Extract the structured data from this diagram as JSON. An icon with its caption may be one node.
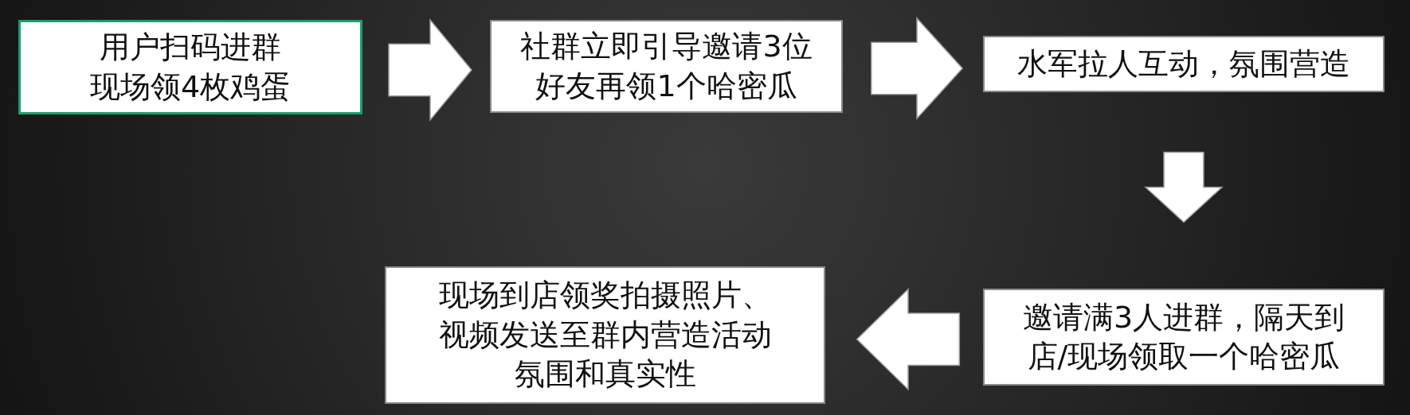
{
  "diagram": {
    "nodes": [
      {
        "text": [
          "用户扫码进群现场领4枚鸡蛋"
        ]
      },
      {
        "text": [
          "社群立即引导邀请3位好友再领1个哈密瓜"
        ]
      },
      {
        "text": [
          "水军拉人互动，氛围营造"
        ]
      },
      {
        "text": [
          "邀请满3人进群，隔天到店/现场领取一个哈密瓜"
        ]
      },
      {
        "text": [
          "现场到店领奖拍摄照片、视频发送至群内营造活动氛围和真实性"
        ]
      }
    ],
    "edges": [
      {
        "from": 0,
        "to": 1,
        "arrow": "to"
      },
      {
        "from": 1,
        "to": 2,
        "arrow": "to"
      },
      {
        "from": 2,
        "to": 3,
        "arrow": "to"
      },
      {
        "from": 3,
        "to": 4,
        "arrow": "to"
      }
    ]
  }
}
